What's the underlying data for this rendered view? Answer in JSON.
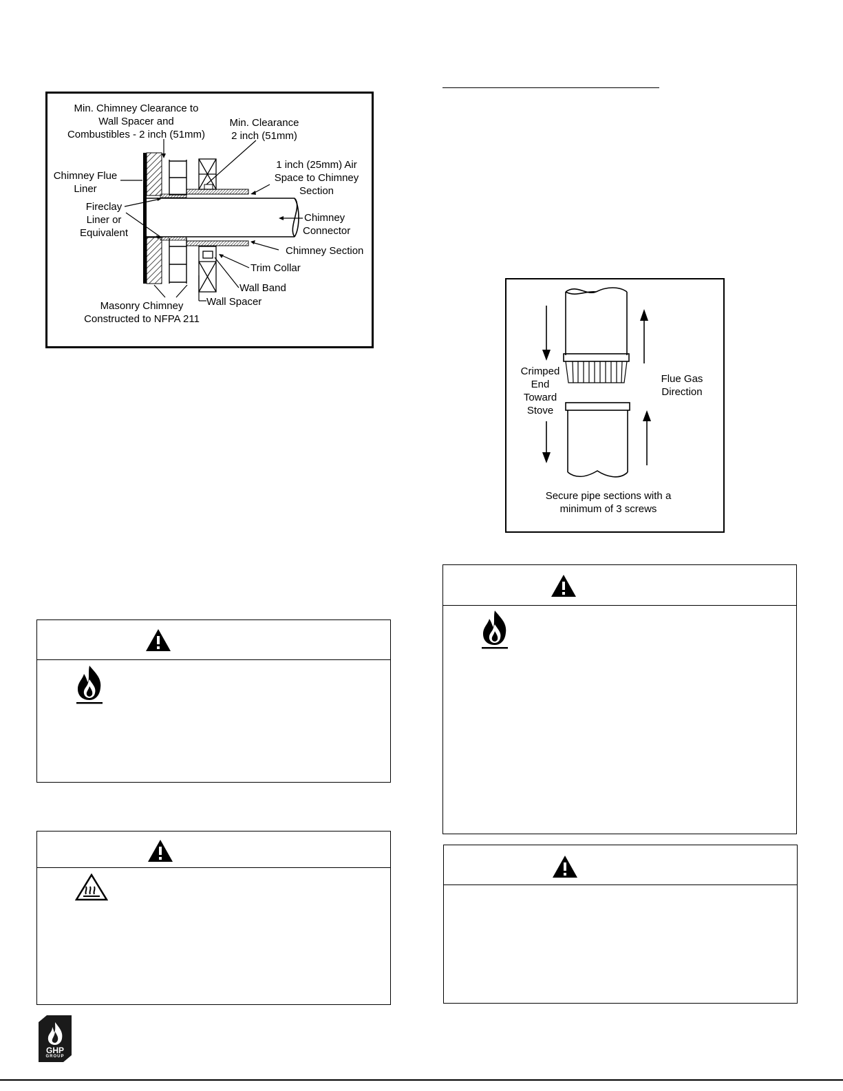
{
  "figure_chimney": {
    "labels": {
      "min_chimney_clearance": [
        "Min. Chimney Clearance to",
        "Wall Spacer and",
        "Combustibles - 2 inch (51mm)"
      ],
      "min_clearance": [
        "Min. Clearance",
        "2 inch (51mm)"
      ],
      "air_space": [
        "1 inch (25mm) Air",
        "Space to Chimney",
        "Section"
      ],
      "chimney_flue_liner": [
        "Chimney Flue",
        "Liner"
      ],
      "fireclay_liner": [
        "Fireclay",
        "Liner or",
        "Equivalent"
      ],
      "chimney_connector": [
        "Chimney",
        "Connector"
      ],
      "chimney_section": "Chimney Section",
      "trim_collar": "Trim Collar",
      "wall_band": "Wall Band",
      "wall_spacer": "Wall Spacer",
      "masonry_chimney": [
        "Masonry Chimney",
        "Constructed to NFPA 211"
      ]
    }
  },
  "figure_pipe": {
    "labels": {
      "crimped_end": [
        "Crimped",
        "End",
        "Toward",
        "Stove"
      ],
      "flue_gas": [
        "Flue Gas",
        "Direction"
      ],
      "secure": [
        "Secure pipe sections with a",
        "minimum of 3 screws"
      ]
    }
  },
  "warnings": [
    {
      "id": "left-1",
      "icon": "fire-icon"
    },
    {
      "id": "left-2",
      "icon": "hot-surface-icon"
    },
    {
      "id": "right-1",
      "icon": "fire-icon"
    },
    {
      "id": "right-2",
      "icon": "none"
    }
  ],
  "logo": {
    "text_line1": "GHP",
    "text_line2": "GROUP",
    "color": "#1a1a1a"
  }
}
